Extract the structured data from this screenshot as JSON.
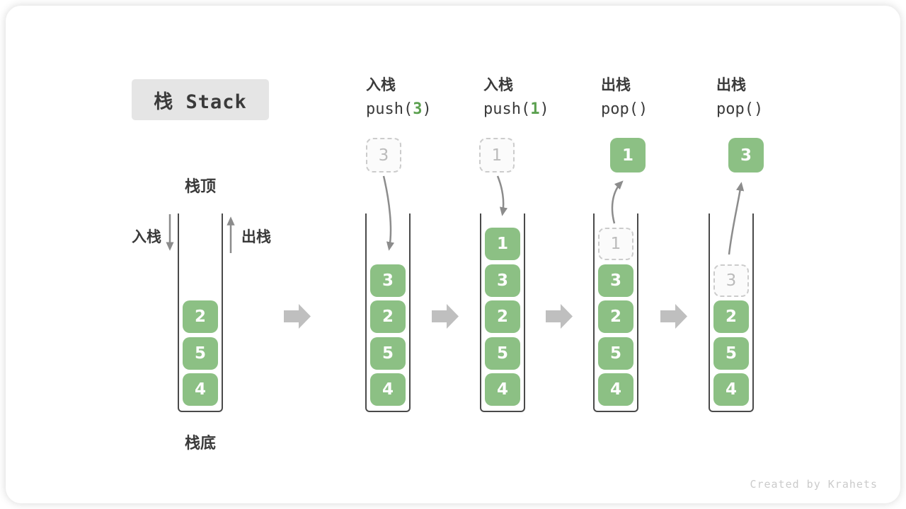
{
  "title": "栈 Stack",
  "labels": {
    "stack_top": "栈顶",
    "stack_bottom": "栈底",
    "push": "入栈",
    "pop": "出栈"
  },
  "operations": [
    {
      "label": "入栈",
      "code_pre": "push(",
      "code_arg": "3",
      "code_post": ")"
    },
    {
      "label": "入栈",
      "code_pre": "push(",
      "code_arg": "1",
      "code_post": ")"
    },
    {
      "label": "出栈",
      "code_pre": "pop()",
      "code_arg": "",
      "code_post": ""
    },
    {
      "label": "出栈",
      "code_pre": "pop()",
      "code_arg": "",
      "code_post": ""
    }
  ],
  "stacks": [
    {
      "step": "initial",
      "cells": [
        {
          "value": "4"
        },
        {
          "value": "5"
        },
        {
          "value": "2"
        }
      ],
      "float": null
    },
    {
      "step": "push(3)",
      "cells": [
        {
          "value": "4"
        },
        {
          "value": "5"
        },
        {
          "value": "2"
        },
        {
          "value": "3"
        }
      ],
      "float": {
        "value": "3",
        "style": "ghost"
      }
    },
    {
      "step": "push(1)",
      "cells": [
        {
          "value": "4"
        },
        {
          "value": "5"
        },
        {
          "value": "2"
        },
        {
          "value": "3"
        },
        {
          "value": "1"
        }
      ],
      "float": {
        "value": "1",
        "style": "ghost"
      }
    },
    {
      "step": "pop()",
      "cells": [
        {
          "value": "4"
        },
        {
          "value": "5"
        },
        {
          "value": "2"
        },
        {
          "value": "3"
        },
        {
          "value": "1",
          "ghost": true
        }
      ],
      "float": {
        "value": "1",
        "style": "solid"
      }
    },
    {
      "step": "pop()",
      "cells": [
        {
          "value": "4"
        },
        {
          "value": "5"
        },
        {
          "value": "2"
        },
        {
          "value": "3",
          "ghost": true
        }
      ],
      "float": {
        "value": "3",
        "style": "solid"
      }
    }
  ],
  "watermark": "Created by Krahets",
  "colors": {
    "cell_green": "#8cc084",
    "code_green": "#5ba04f",
    "arrow_gray": "#8c8c8c",
    "flow_arrow_gray": "#bfbfbf",
    "title_bg": "#e5e5e5",
    "text_dark": "#3a3a3a",
    "ghost_border": "#cccccc",
    "ghost_text": "#bbbbbb",
    "watermark_gray": "#cbcbcb"
  }
}
